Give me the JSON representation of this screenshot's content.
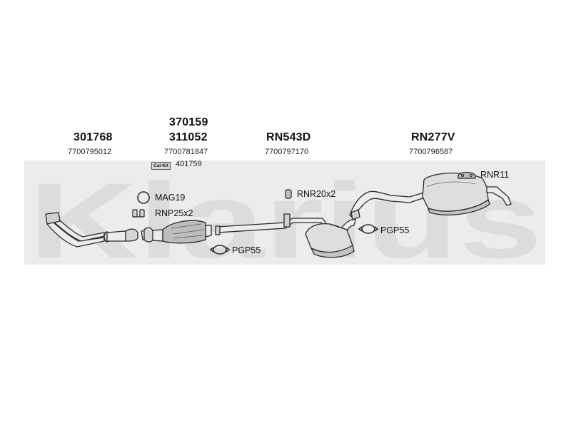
{
  "watermark": {
    "text": "Klarius",
    "color": "#dcdcdc"
  },
  "colors": {
    "part_stroke": "#2a2a2a",
    "part_fill": "#e8e8e8",
    "catalyst_fill": "#bdbdbd"
  },
  "groups": [
    {
      "part_number": "301768",
      "oe_number": "7700795012"
    },
    {
      "part_number_top": "370159",
      "part_number": "311052",
      "oe_number": "7700781847",
      "cat_kit_label": "Cat Kit",
      "cat_kit_number": "401759"
    },
    {
      "part_number": "RN543D",
      "oe_number": "7700797170"
    },
    {
      "part_number": "RN277V",
      "oe_number": "7700796587"
    }
  ],
  "accessories": {
    "mag19": "MAG19",
    "rnp25x2": "RNP25x2",
    "pgp55_a": "PGP55",
    "rnr20x2": "RNR20x2",
    "pgp55_b": "PGP55",
    "rnr11": "RNR11"
  },
  "icons": {
    "front_pipe": "downpipe-icon",
    "catalyst": "catalytic-converter-icon",
    "mid_pipe": "middle-pipe-icon",
    "middle_silencer": "middle-silencer-icon",
    "rear_silencer": "rear-silencer-icon",
    "clamp": "clamp-icon",
    "gasket": "gasket-ring-icon",
    "rubber_mount": "rubber-mount-icon"
  }
}
